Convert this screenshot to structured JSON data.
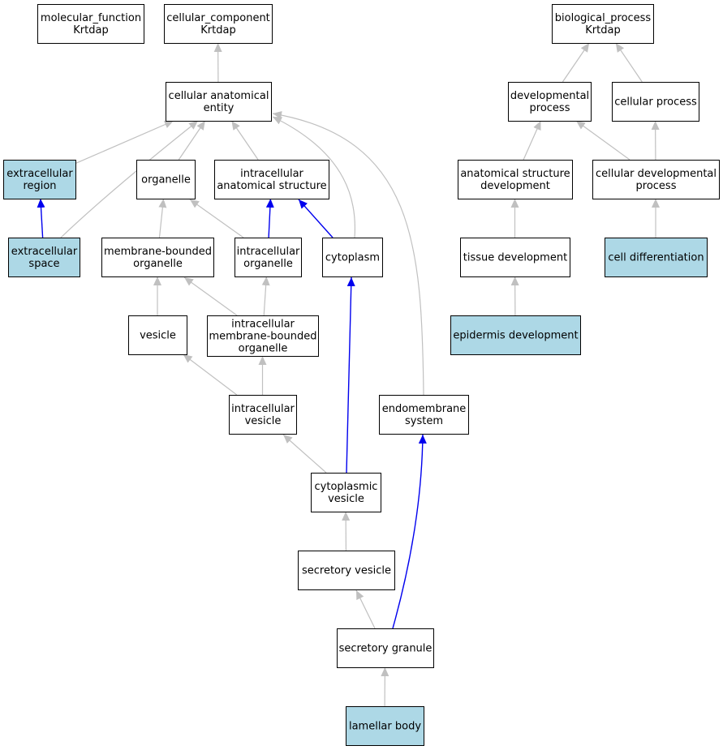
{
  "colors": {
    "highlight_fill": "#add8e6",
    "default_fill": "#ffffff",
    "border": "#000000",
    "edge_gray": "#c0c0c0",
    "edge_blue": "#0000ee"
  },
  "nodes": [
    {
      "id": "molecular_function",
      "lines": [
        "molecular_function",
        "Krtdap"
      ],
      "highlight": false
    },
    {
      "id": "cellular_component",
      "lines": [
        "cellular_component",
        "Krtdap"
      ],
      "highlight": false
    },
    {
      "id": "biological_process",
      "lines": [
        "biological_process",
        "Krtdap"
      ],
      "highlight": false
    },
    {
      "id": "cellular_anatomical_entity",
      "lines": [
        "cellular anatomical",
        "entity"
      ],
      "highlight": false
    },
    {
      "id": "developmental_process",
      "lines": [
        "developmental",
        "process"
      ],
      "highlight": false
    },
    {
      "id": "cellular_process",
      "lines": [
        "cellular process"
      ],
      "highlight": false
    },
    {
      "id": "extracellular_region",
      "lines": [
        "extracellular",
        "region"
      ],
      "highlight": true
    },
    {
      "id": "organelle",
      "lines": [
        "organelle"
      ],
      "highlight": false
    },
    {
      "id": "intracellular_anatomical_structure",
      "lines": [
        "intracellular",
        "anatomical structure"
      ],
      "highlight": false
    },
    {
      "id": "anatomical_structure_development",
      "lines": [
        "anatomical structure",
        "development"
      ],
      "highlight": false
    },
    {
      "id": "cellular_developmental_process",
      "lines": [
        "cellular developmental",
        "process"
      ],
      "highlight": false
    },
    {
      "id": "extracellular_space",
      "lines": [
        "extracellular",
        "space"
      ],
      "highlight": true
    },
    {
      "id": "membrane_bounded_organelle",
      "lines": [
        "membrane-bounded",
        "organelle"
      ],
      "highlight": false
    },
    {
      "id": "intracellular_organelle",
      "lines": [
        "intracellular",
        "organelle"
      ],
      "highlight": false
    },
    {
      "id": "cytoplasm",
      "lines": [
        "cytoplasm"
      ],
      "highlight": false
    },
    {
      "id": "tissue_development",
      "lines": [
        "tissue development"
      ],
      "highlight": false
    },
    {
      "id": "cell_differentiation",
      "lines": [
        "cell differentiation"
      ],
      "highlight": true
    },
    {
      "id": "vesicle",
      "lines": [
        "vesicle"
      ],
      "highlight": false
    },
    {
      "id": "intracellular_membrane_bounded_organelle",
      "lines": [
        "intracellular",
        "membrane-bounded",
        "organelle"
      ],
      "highlight": false
    },
    {
      "id": "epidermis_development",
      "lines": [
        "epidermis development"
      ],
      "highlight": true
    },
    {
      "id": "intracellular_vesicle",
      "lines": [
        "intracellular",
        "vesicle"
      ],
      "highlight": false
    },
    {
      "id": "endomembrane_system",
      "lines": [
        "endomembrane",
        "system"
      ],
      "highlight": false
    },
    {
      "id": "cytoplasmic_vesicle",
      "lines": [
        "cytoplasmic",
        "vesicle"
      ],
      "highlight": false
    },
    {
      "id": "secretory_vesicle",
      "lines": [
        "secretory vesicle"
      ],
      "highlight": false
    },
    {
      "id": "secretory_granule",
      "lines": [
        "secretory granule"
      ],
      "highlight": false
    },
    {
      "id": "lamellar_body",
      "lines": [
        "lamellar body"
      ],
      "highlight": true
    }
  ],
  "edges": [
    {
      "from": "cellular_anatomical_entity",
      "to": "cellular_component",
      "color": "gray"
    },
    {
      "from": "developmental_process",
      "to": "biological_process",
      "color": "gray"
    },
    {
      "from": "cellular_process",
      "to": "biological_process",
      "color": "gray"
    },
    {
      "from": "extracellular_region",
      "to": "cellular_anatomical_entity",
      "color": "gray"
    },
    {
      "from": "extracellular_space",
      "to": "cellular_anatomical_entity",
      "color": "gray"
    },
    {
      "from": "organelle",
      "to": "cellular_anatomical_entity",
      "color": "gray"
    },
    {
      "from": "intracellular_anatomical_structure",
      "to": "cellular_anatomical_entity",
      "color": "gray"
    },
    {
      "from": "cytoplasm",
      "to": "cellular_anatomical_entity",
      "color": "gray"
    },
    {
      "from": "endomembrane_system",
      "to": "cellular_anatomical_entity",
      "color": "gray"
    },
    {
      "from": "anatomical_structure_development",
      "to": "developmental_process",
      "color": "gray"
    },
    {
      "from": "cellular_developmental_process",
      "to": "developmental_process",
      "color": "gray"
    },
    {
      "from": "cellular_developmental_process",
      "to": "cellular_process",
      "color": "gray"
    },
    {
      "from": "extracellular_space",
      "to": "extracellular_region",
      "color": "blue"
    },
    {
      "from": "membrane_bounded_organelle",
      "to": "organelle",
      "color": "gray"
    },
    {
      "from": "intracellular_organelle",
      "to": "organelle",
      "color": "gray"
    },
    {
      "from": "intracellular_organelle",
      "to": "intracellular_anatomical_structure",
      "color": "blue"
    },
    {
      "from": "cytoplasm",
      "to": "intracellular_anatomical_structure",
      "color": "blue"
    },
    {
      "from": "tissue_development",
      "to": "anatomical_structure_development",
      "color": "gray"
    },
    {
      "from": "cell_differentiation",
      "to": "cellular_developmental_process",
      "color": "gray"
    },
    {
      "from": "vesicle",
      "to": "membrane_bounded_organelle",
      "color": "gray"
    },
    {
      "from": "intracellular_membrane_bounded_organelle",
      "to": "membrane_bounded_organelle",
      "color": "gray"
    },
    {
      "from": "intracellular_membrane_bounded_organelle",
      "to": "intracellular_organelle",
      "color": "gray"
    },
    {
      "from": "epidermis_development",
      "to": "tissue_development",
      "color": "gray"
    },
    {
      "from": "intracellular_vesicle",
      "to": "vesicle",
      "color": "gray"
    },
    {
      "from": "intracellular_vesicle",
      "to": "intracellular_membrane_bounded_organelle",
      "color": "gray"
    },
    {
      "from": "cytoplasmic_vesicle",
      "to": "intracellular_vesicle",
      "color": "gray"
    },
    {
      "from": "cytoplasmic_vesicle",
      "to": "cytoplasm",
      "color": "blue"
    },
    {
      "from": "secretory_vesicle",
      "to": "cytoplasmic_vesicle",
      "color": "gray"
    },
    {
      "from": "secretory_granule",
      "to": "secretory_vesicle",
      "color": "gray"
    },
    {
      "from": "secretory_granule",
      "to": "endomembrane_system",
      "color": "blue"
    },
    {
      "from": "lamellar_body",
      "to": "secretory_granule",
      "color": "gray"
    }
  ]
}
